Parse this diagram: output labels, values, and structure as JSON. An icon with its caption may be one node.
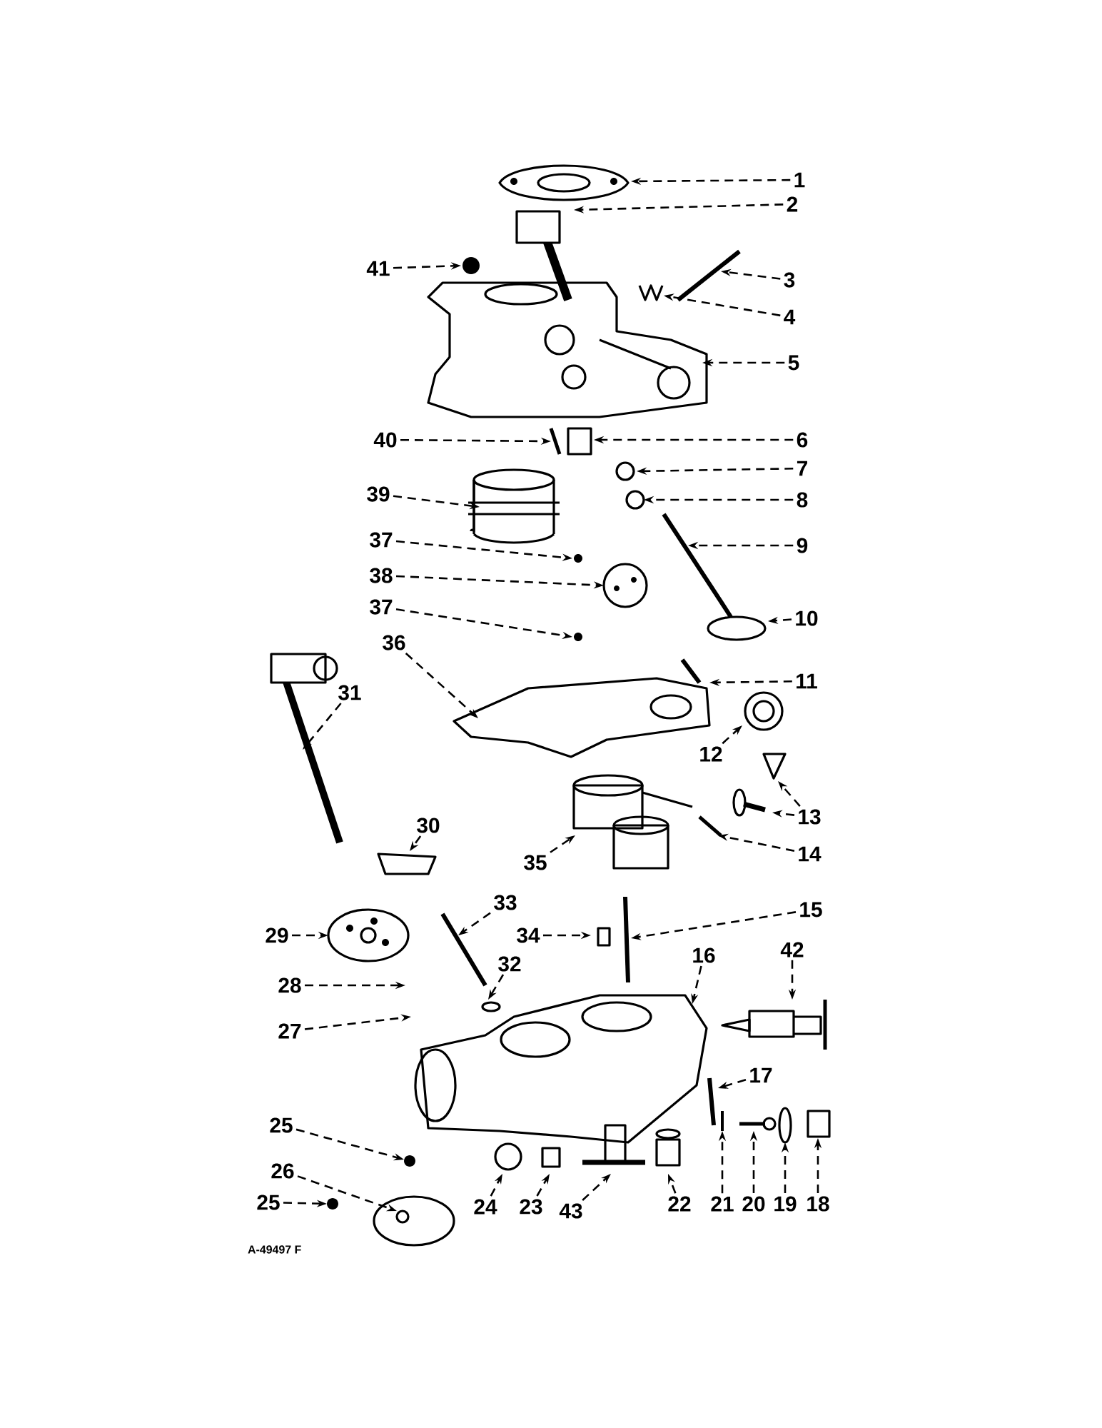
{
  "diagram": {
    "nodes": [
      {
        "text": [
          "1"
        ]
      },
      {
        "text": [
          "2"
        ]
      },
      {
        "text": [
          "3"
        ]
      },
      {
        "text": [
          "4"
        ]
      },
      {
        "text": [
          "5"
        ]
      },
      {
        "text": [
          "6"
        ]
      },
      {
        "text": [
          "7"
        ]
      },
      {
        "text": [
          "8"
        ]
      },
      {
        "text": [
          "9"
        ]
      },
      {
        "text": [
          "10"
        ]
      },
      {
        "text": [
          "11"
        ]
      },
      {
        "text": [
          "12"
        ]
      },
      {
        "text": [
          "13"
        ]
      },
      {
        "text": [
          "14"
        ]
      },
      {
        "text": [
          "15"
        ]
      },
      {
        "text": [
          "16"
        ]
      },
      {
        "text": [
          "17"
        ]
      },
      {
        "text": [
          "18"
        ]
      },
      {
        "text": [
          "19"
        ]
      },
      {
        "text": [
          "20"
        ]
      },
      {
        "text": [
          "21"
        ]
      },
      {
        "text": [
          "22"
        ]
      },
      {
        "text": [
          "23"
        ]
      },
      {
        "text": [
          "24"
        ]
      },
      {
        "text": [
          "25"
        ]
      },
      {
        "text": [
          "25"
        ]
      },
      {
        "text": [
          "26"
        ]
      },
      {
        "text": [
          "27"
        ]
      },
      {
        "text": [
          "28"
        ]
      },
      {
        "text": [
          "29"
        ]
      },
      {
        "text": [
          "30"
        ]
      },
      {
        "text": [
          "31"
        ]
      },
      {
        "text": [
          "32"
        ]
      },
      {
        "text": [
          "33"
        ]
      },
      {
        "text": [
          "34"
        ]
      },
      {
        "text": [
          "35"
        ]
      },
      {
        "text": [
          "36"
        ]
      },
      {
        "text": [
          "37"
        ]
      },
      {
        "text": [
          "37"
        ]
      },
      {
        "text": [
          "38"
        ]
      },
      {
        "text": [
          "39"
        ]
      },
      {
        "text": [
          "40"
        ]
      },
      {
        "text": [
          "41"
        ]
      },
      {
        "text": [
          "42"
        ]
      },
      {
        "text": [
          "43"
        ]
      }
    ],
    "edges": [
      {
        "from": 0,
        "to": null,
        "arrow": "to"
      },
      {
        "from": 1,
        "to": null,
        "arrow": "to"
      },
      {
        "from": 2,
        "to": null,
        "arrow": "to"
      },
      {
        "from": 3,
        "to": null,
        "arrow": "to"
      },
      {
        "from": 4,
        "to": null,
        "arrow": "to"
      },
      {
        "from": 5,
        "to": null,
        "arrow": "to"
      },
      {
        "from": 6,
        "to": null,
        "arrow": "to"
      },
      {
        "from": 7,
        "to": null,
        "arrow": "to"
      },
      {
        "from": 8,
        "to": null,
        "arrow": "to"
      },
      {
        "from": 9,
        "to": null,
        "arrow": "to"
      },
      {
        "from": 10,
        "to": null,
        "arrow": "to"
      },
      {
        "from": 11,
        "to": null,
        "arrow": "to"
      },
      {
        "from": 12,
        "to": null,
        "arrow": "to"
      },
      {
        "from": 13,
        "to": null,
        "arrow": "to"
      },
      {
        "from": 14,
        "to": null,
        "arrow": "to"
      },
      {
        "from": 15,
        "to": null,
        "arrow": "to"
      },
      {
        "from": 16,
        "to": null,
        "arrow": "to"
      },
      {
        "from": 17,
        "to": null,
        "arrow": "to"
      },
      {
        "from": 18,
        "to": null,
        "arrow": "to"
      },
      {
        "from": 19,
        "to": null,
        "arrow": "to"
      },
      {
        "from": 20,
        "to": null,
        "arrow": "to"
      },
      {
        "from": 21,
        "to": null,
        "arrow": "to"
      },
      {
        "from": 22,
        "to": null,
        "arrow": "to"
      },
      {
        "from": 23,
        "to": null,
        "arrow": "to"
      },
      {
        "from": 24,
        "to": null,
        "arrow": "to"
      },
      {
        "from": 25,
        "to": null,
        "arrow": "to"
      },
      {
        "from": 26,
        "to": null,
        "arrow": "to"
      },
      {
        "from": 27,
        "to": null,
        "arrow": "to"
      },
      {
        "from": 28,
        "to": null,
        "arrow": "to"
      },
      {
        "from": 29,
        "to": null,
        "arrow": "to"
      },
      {
        "from": 30,
        "to": null,
        "arrow": "to"
      },
      {
        "from": 31,
        "to": null,
        "arrow": "to"
      },
      {
        "from": 32,
        "to": null,
        "arrow": "to"
      },
      {
        "from": 33,
        "to": null,
        "arrow": "to"
      },
      {
        "from": 34,
        "to": null,
        "arrow": "to"
      },
      {
        "from": 35,
        "to": null,
        "arrow": "to"
      },
      {
        "from": 36,
        "to": null,
        "arrow": "to"
      },
      {
        "from": 37,
        "to": null,
        "arrow": "to"
      },
      {
        "from": 38,
        "to": null,
        "arrow": "to"
      },
      {
        "from": 39,
        "to": null,
        "arrow": "to"
      },
      {
        "from": 40,
        "to": null,
        "arrow": "to"
      },
      {
        "from": 41,
        "to": null,
        "arrow": "to"
      },
      {
        "from": 42,
        "to": null,
        "arrow": "to"
      },
      {
        "from": 43,
        "to": null,
        "arrow": "to"
      },
      {
        "from": 44,
        "to": null,
        "arrow": "to"
      },
      {
        "from": 12,
        "to": null,
        "arrow": "to"
      }
    ],
    "labels": [
      "A-49497 F"
    ]
  }
}
